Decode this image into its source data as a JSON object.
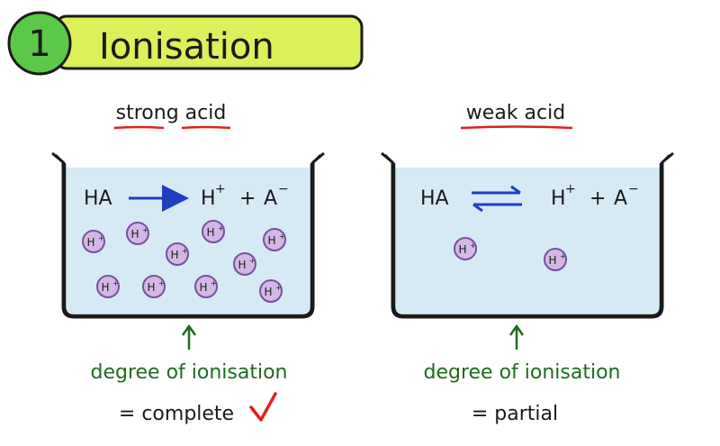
{
  "header": {
    "number": "1",
    "title": "Ionisation",
    "colors": {
      "number_bg": "#5cc84a",
      "banner_bg": "#dcf05a",
      "outline": "#1a1a1a"
    }
  },
  "left": {
    "label": "strong acid",
    "equation": {
      "reactant": "HA",
      "product_ion": "H",
      "plus": "+",
      "anion": "A",
      "charge_pos": "+",
      "charge_neg": "−"
    },
    "ion_label": "H",
    "ion_charge": "+",
    "ion_count": 10,
    "degree_label": "degree of ionisation",
    "result": "= complete",
    "mark": "check-mark"
  },
  "right": {
    "label": "weak acid",
    "equation": {
      "reactant": "HA",
      "product_ion": "H",
      "plus": "+",
      "anion": "A",
      "charge_pos": "+",
      "charge_neg": "−"
    },
    "ion_label": "H",
    "ion_charge": "+",
    "ion_count": 2,
    "degree_label": "degree of ionisation",
    "result": "= partial"
  },
  "colors": {
    "water": "#d6eaf6",
    "ion_fill": "#d3b8e6",
    "ion_stroke": "#7a4fa0",
    "arrow_blue": "#1f3fbf",
    "underline_red": "#e02020",
    "green": "#1f6b1f",
    "check_red": "#e02020"
  }
}
